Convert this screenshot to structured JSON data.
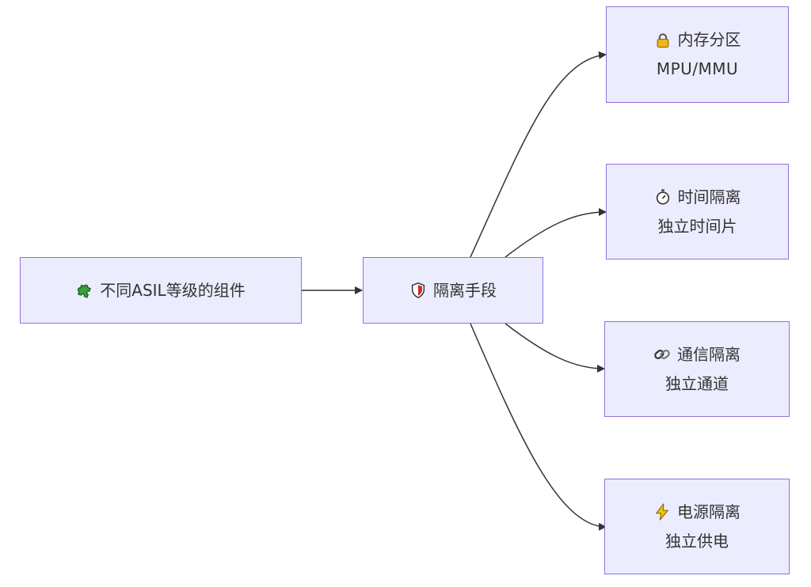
{
  "diagram": {
    "source": {
      "icon": "puzzle-piece-icon",
      "label": "不同ASIL等级的组件"
    },
    "hub": {
      "icon": "shield-icon",
      "label": "隔离手段"
    },
    "targets": [
      {
        "icon": "lock-icon",
        "title": "内存分区",
        "subtitle": "MPU/MMU"
      },
      {
        "icon": "stopwatch-icon",
        "title": "时间隔离",
        "subtitle": "独立时间片"
      },
      {
        "icon": "link-icon",
        "title": "通信隔离",
        "subtitle": "独立通道"
      },
      {
        "icon": "lightning-icon",
        "title": "电源隔离",
        "subtitle": "独立供电"
      }
    ],
    "colors": {
      "node_fill": "#ececff",
      "node_border": "#9370db",
      "edge": "#333333",
      "text": "#333333"
    }
  }
}
